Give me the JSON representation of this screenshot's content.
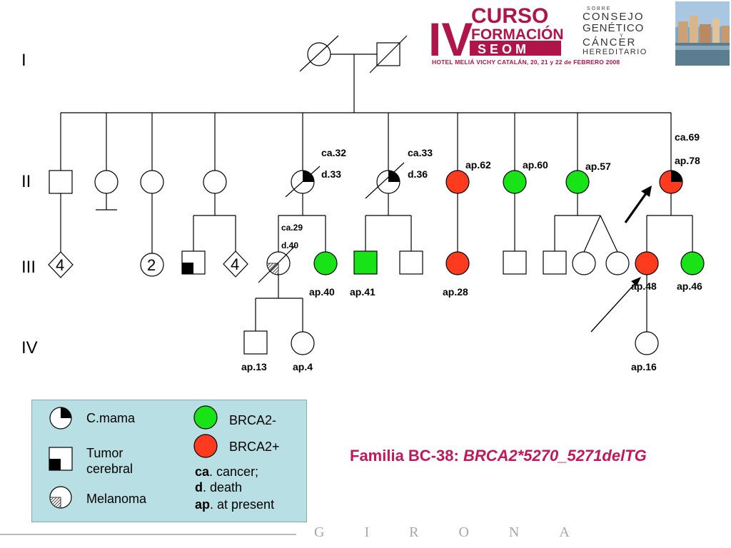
{
  "generations": [
    "I",
    "II",
    "III",
    "IV"
  ],
  "header": {
    "roman": "IV",
    "curso": "CURSO",
    "formacion": "FORMACIÓN",
    "seom": "S E O M",
    "sobre": "S O B R E",
    "consejo": "CONSEJO",
    "genetico": "GENÉTICO",
    "y": "Y",
    "cancer": "CÁNCER",
    "hereditario": "HEREDITARIO",
    "hotel": "HOTEL MELIÁ VICHY CATALÁN, 20, 21 y 22 de FEBRERO 2008",
    "photo_icon": "city-photo-icon"
  },
  "labels": {
    "ii_5_a": "ca.32",
    "ii_5_b": "d.33",
    "ii_6_a": "ca.33",
    "ii_6_b": "d.36",
    "ii_7": "ap.62",
    "ii_8": "ap.60",
    "ii_9": "ap.57",
    "ii_10_a": "ca.69",
    "ii_10_b": "ap.78",
    "iii_5_a": "ca.29",
    "iii_5_b": "d.40",
    "iii_6": "ap.40",
    "iii_7": "ap.41",
    "iii_9": "ap.28",
    "iii_14": "ap.48",
    "iii_15": "ap.46",
    "iv_1": "ap.13",
    "iv_2": "ap.4",
    "iv_3": "ap.16"
  },
  "counts": {
    "iii_1": "4",
    "iii_2": "2",
    "iii_4": "4"
  },
  "legend": {
    "breast": "C.mama",
    "brain": "Tumor\ncerebral",
    "melanoma": "Melanoma",
    "neg": "BRCA2-",
    "pos": "BRCA2+",
    "ca_key": "ca",
    "ca_val": ". cancer;",
    "d_key": "d",
    "d_val": ". death",
    "ap_key": "ap",
    "ap_val": ". at present"
  },
  "title": {
    "prefix": "Familia BC-38: ",
    "mutation": "BRCA2*5270_5271delTG"
  },
  "footer": "GIRONA",
  "colors": {
    "positive": "#ff3b1f",
    "negative": "#17e317",
    "brand": "#b0154a",
    "legend_bg": "#b8dfe4"
  }
}
